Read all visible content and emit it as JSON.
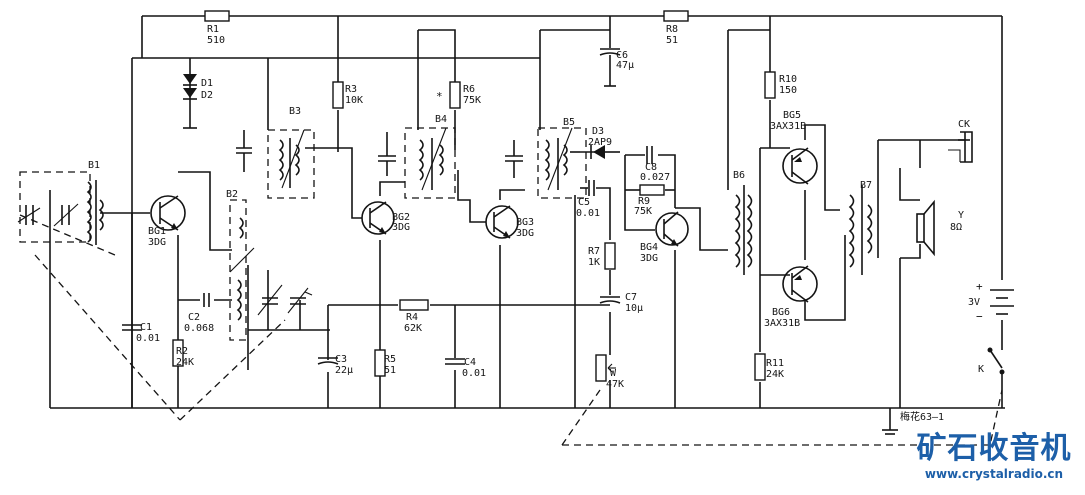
{
  "components": {
    "R1": {
      "ref": "R1",
      "value": "510"
    },
    "R2": {
      "ref": "R2",
      "value": "24K"
    },
    "R3": {
      "ref": "R3",
      "value": "10K"
    },
    "R4": {
      "ref": "R4",
      "value": "62K"
    },
    "R5": {
      "ref": "R5",
      "value": "51"
    },
    "R6": {
      "ref": "R6",
      "value": "75K"
    },
    "R7": {
      "ref": "R7",
      "value": "1K"
    },
    "R8": {
      "ref": "R8",
      "value": "51"
    },
    "R9": {
      "ref": "R9",
      "value": "75K"
    },
    "R10": {
      "ref": "R10",
      "value": "150"
    },
    "R11": {
      "ref": "R11",
      "value": "24K"
    },
    "C1": {
      "ref": "C1",
      "value": "0.01"
    },
    "C2": {
      "ref": "C2",
      "value": "0.068"
    },
    "C3": {
      "ref": "C3",
      "value": "22μ"
    },
    "C4": {
      "ref": "C4",
      "value": "0.01"
    },
    "C5": {
      "ref": "C5",
      "value": "0.01"
    },
    "C6": {
      "ref": "C6",
      "value": "47μ"
    },
    "C7": {
      "ref": "C7",
      "value": "10μ"
    },
    "C8": {
      "ref": "C8",
      "value": "0.027"
    },
    "D1D2": {
      "ref": "D1",
      "ref2": "D2"
    },
    "D3": {
      "ref": "D3",
      "value": "2AP9"
    },
    "BG1": {
      "ref": "BG1",
      "value": "3DG"
    },
    "BG2": {
      "ref": "BG2",
      "value": "3DG"
    },
    "BG3": {
      "ref": "BG3",
      "value": "3DG"
    },
    "BG4": {
      "ref": "BG4",
      "value": "3DG"
    },
    "BG5": {
      "ref": "BG5",
      "value": "3AX31B"
    },
    "BG6": {
      "ref": "BG6",
      "value": "3AX31B"
    },
    "B1": {
      "ref": "B1"
    },
    "B2": {
      "ref": "B2"
    },
    "B3": {
      "ref": "B3"
    },
    "B4": {
      "ref": "B4"
    },
    "B5": {
      "ref": "B5"
    },
    "B6": {
      "ref": "B6"
    },
    "B7": {
      "ref": "B7"
    },
    "W": {
      "ref": "W",
      "value": "47K"
    },
    "Y": {
      "ref": "Y",
      "value": "8Ω"
    },
    "CK": {
      "ref": "CK"
    },
    "K": {
      "ref": "K"
    },
    "battery": {
      "value": "3V",
      "plus": "+",
      "minus": "−"
    }
  },
  "marks": {
    "select": "*"
  },
  "caption": "梅花63—1",
  "watermark": {
    "cn": "矿石收音机",
    "url": "www.crystalradio.cn"
  },
  "colors": {
    "ink": "#141414",
    "watermark": "#1d5fa8",
    "paper": "#ffffff"
  }
}
